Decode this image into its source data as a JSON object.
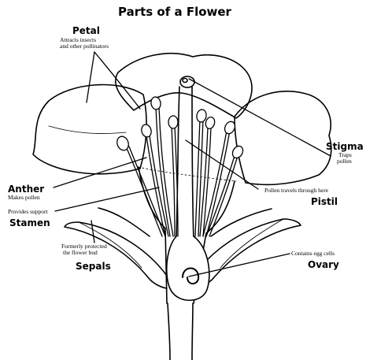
{
  "title": "Parts of a Flower",
  "labels": {
    "petal": {
      "name": "Petal",
      "desc_line1": "Attracts insects",
      "desc_line2": "and other pollinators"
    },
    "stigma": {
      "name": "Stigma",
      "desc_line1": "Traps",
      "desc_line2": "pollen"
    },
    "anther": {
      "name": "Anther",
      "desc": "Makes pollen"
    },
    "stamen": {
      "name": "Stamen",
      "desc": "Provides support"
    },
    "pistil": {
      "name": "Pistil",
      "desc": "Pollen travels through here"
    },
    "sepals": {
      "name": "Sepals",
      "desc_line1": "Formerly protected",
      "desc_line2": "the flower bud"
    },
    "ovary": {
      "name": "Ovary",
      "desc": "Contains egg cells"
    }
  }
}
